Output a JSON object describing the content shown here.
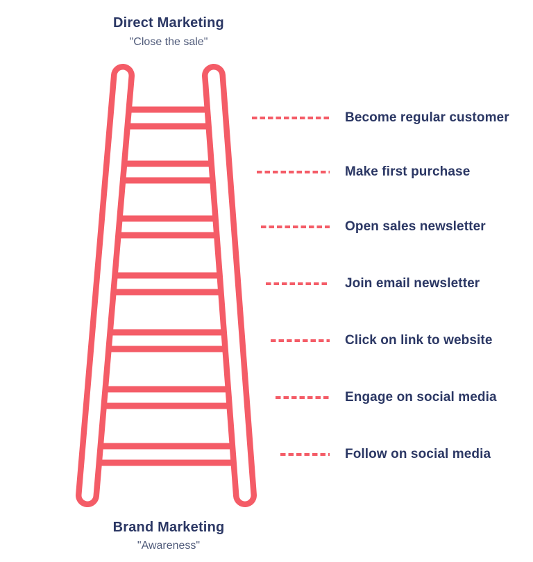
{
  "diagram": {
    "top_title": "Direct Marketing",
    "top_subtitle": "\"Close the sale\"",
    "bottom_title": "Brand Marketing",
    "bottom_subtitle": "\"Awareness\"",
    "steps": [
      {
        "label": "Become regular customer"
      },
      {
        "label": "Make first purchase"
      },
      {
        "label": "Open sales newsletter"
      },
      {
        "label": "Join email newsletter"
      },
      {
        "label": "Click on link to website"
      },
      {
        "label": "Engage on social media"
      },
      {
        "label": "Follow on social media"
      }
    ]
  },
  "colors": {
    "ladder_color": "#F45C67",
    "title_color": "#2B3764",
    "subtitle_color": "#505B7A",
    "bg_color": "#FFFFFF"
  }
}
